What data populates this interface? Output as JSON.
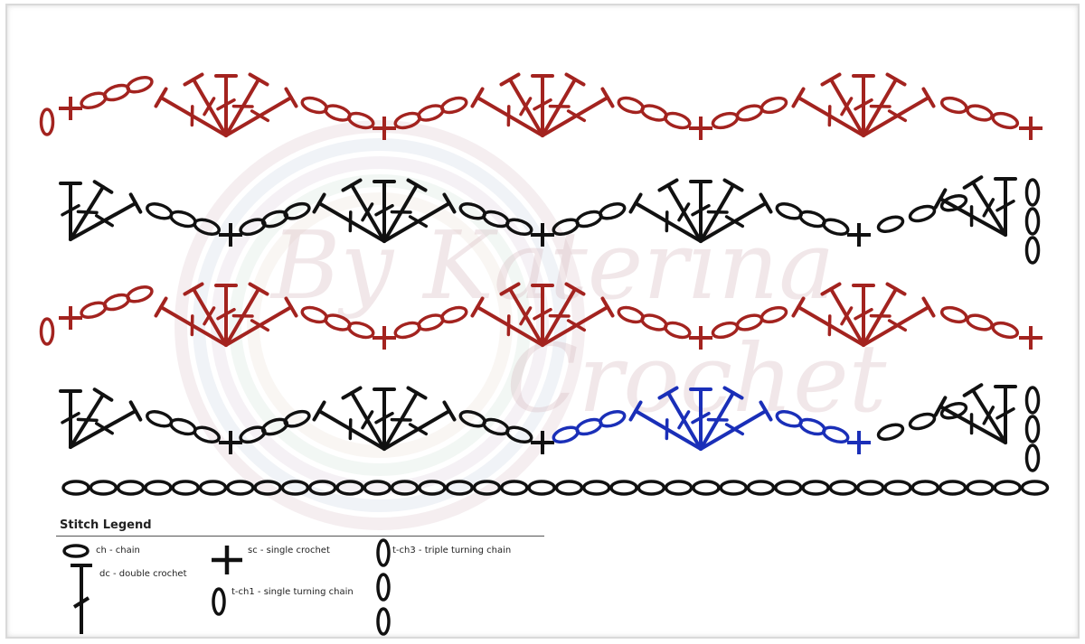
{
  "watermark": {
    "line1": "By Katerina",
    "line2": "Crochet"
  },
  "colors": {
    "row_red": "#a3231f",
    "row_black": "#111111",
    "row_blue": "#1a2fb8",
    "watermark": "#d8b9bf"
  },
  "legend": {
    "title": "Stitch Legend",
    "items": [
      {
        "icon": "chain-symbol-icon",
        "label": "ch - chain"
      },
      {
        "icon": "double-crochet-symbol-icon",
        "label": "dc - double crochet"
      },
      {
        "icon": "single-crochet-symbol-icon",
        "label": "sc - single crochet"
      },
      {
        "icon": "single-turning-chain-symbol-icon",
        "label": "t-ch1 - single turning chain"
      },
      {
        "icon": "triple-turning-chain-symbol-icon",
        "label": "t-ch3 - triple turning chain"
      }
    ]
  },
  "rows": [
    {
      "name": "foundation-chain",
      "color": "black",
      "stitch": "ch"
    },
    {
      "name": "row-1",
      "color": "black",
      "highlight_repeat_color": "blue"
    },
    {
      "name": "row-2",
      "color": "red"
    },
    {
      "name": "row-3",
      "color": "black"
    },
    {
      "name": "row-4",
      "color": "red"
    }
  ]
}
